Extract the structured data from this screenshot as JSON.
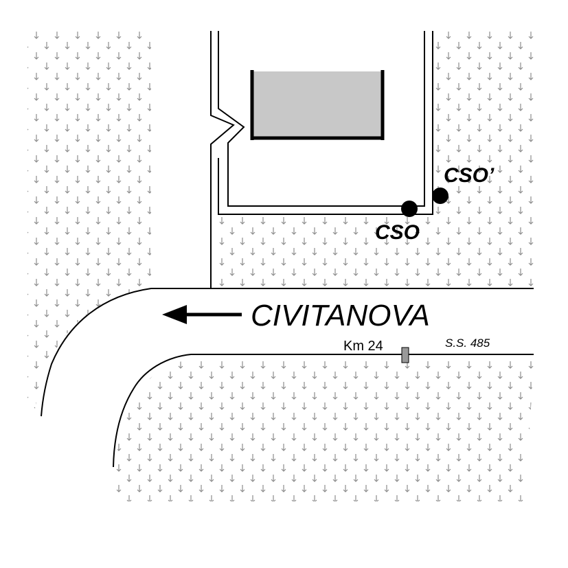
{
  "map": {
    "direction_label": "CIVITANOVA",
    "direction_arrow": "left-arrow",
    "markers": [
      {
        "id": "cso",
        "label": "CSO"
      },
      {
        "id": "cso_prime",
        "label": "CSO’"
      }
    ],
    "km_marker": {
      "label": "Km 24"
    },
    "road_label": "S.S. 485",
    "colors": {
      "vegetation_symbol": "#8c8c8c",
      "building_fill": "#c8c8c8",
      "outline": "#000000",
      "km_post": "#999999"
    }
  }
}
